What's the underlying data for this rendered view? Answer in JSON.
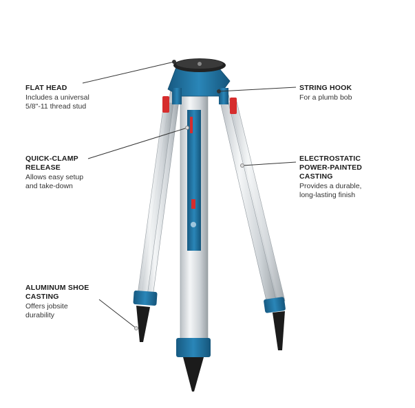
{
  "callouts": {
    "flat_head": {
      "title": "FLAT HEAD",
      "desc": "Includes a universal\n5/8\"-11 thread stud"
    },
    "quick_clamp": {
      "title": "QUICK-CLAMP\nRELEASE",
      "desc": "Allows easy setup\nand take-down"
    },
    "aluminum_shoe": {
      "title": "ALUMINUM SHOE\nCASTING",
      "desc": "Offers jobsite\ndurability"
    },
    "string_hook": {
      "title": "STRING HOOK",
      "desc": "For a plumb bob"
    },
    "electrostatic": {
      "title": "ELECTROSTATIC\nPOWER-PAINTED\nCASTING",
      "desc": "Provides a durable,\nlong-lasting finish"
    }
  },
  "colors": {
    "casting_blue": "#1f6f9e",
    "aluminum": "#d9dde0",
    "clamp_red": "#d62d2d",
    "foot_black": "#1b1b1b"
  }
}
